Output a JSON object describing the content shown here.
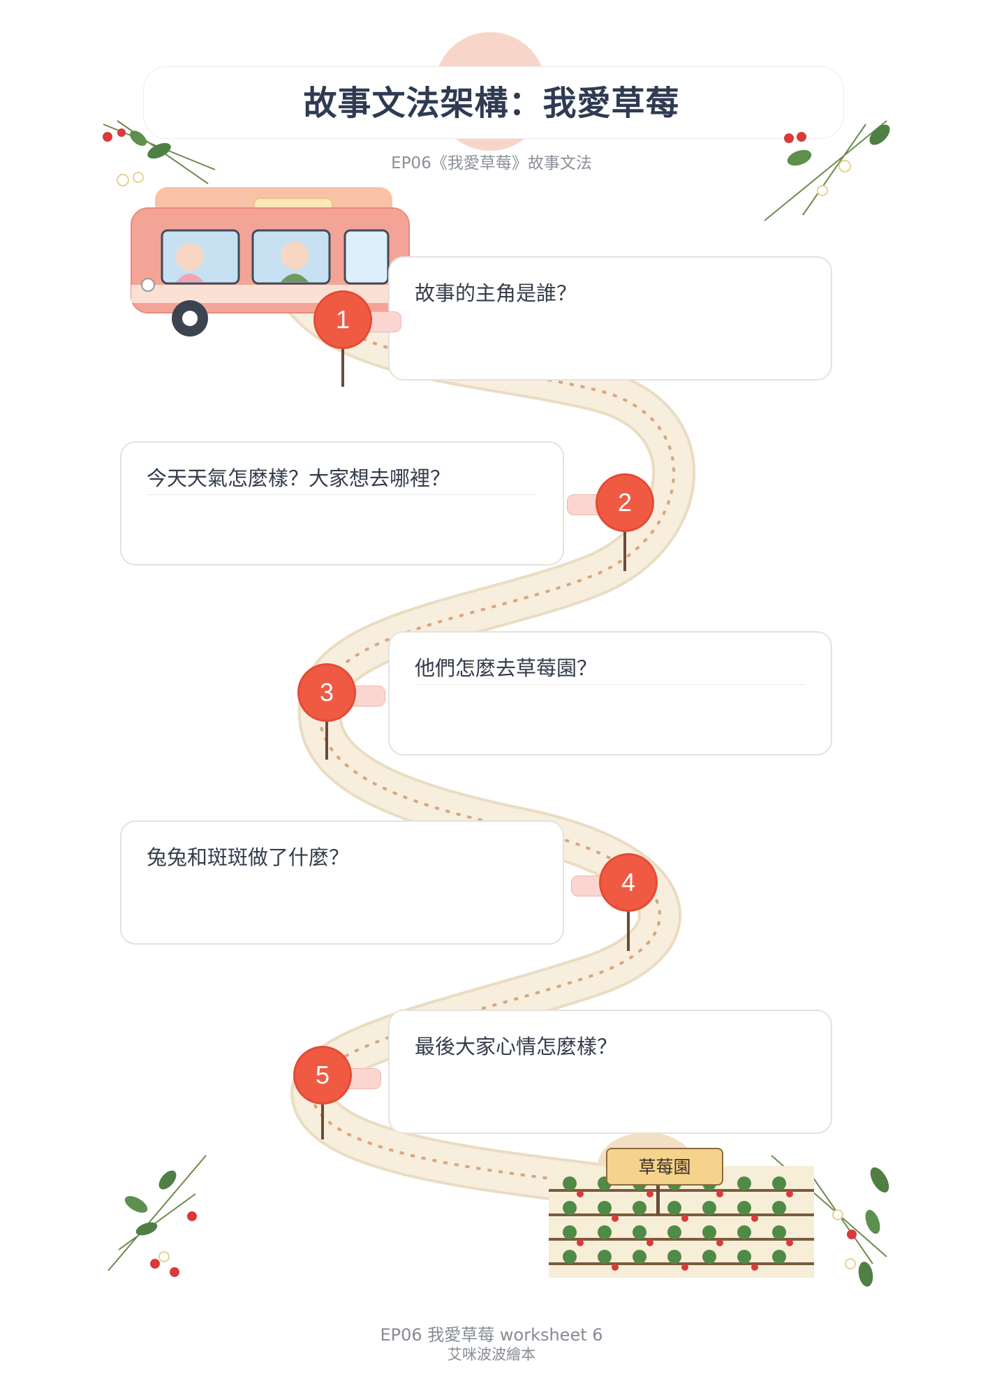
{
  "header": {
    "title": "故事文法架構：我愛草莓",
    "subtitle": "EP06《我愛草莓》故事文法"
  },
  "questions": [
    {
      "number": "1",
      "text": "故事的主角是誰？"
    },
    {
      "number": "2",
      "text": "今天天氣怎麼樣？大家想去哪裡？"
    },
    {
      "number": "3",
      "text": "他們怎麼去草莓園？"
    },
    {
      "number": "4",
      "text": "兔兔和斑斑做了什麼？"
    },
    {
      "number": "5",
      "text": "最後大家心情怎麼樣？"
    }
  ],
  "destination": {
    "label": "草莓園"
  },
  "footer": {
    "line1": "EP06 我愛草莓 worksheet 6",
    "line2": "艾咪波波繪本"
  },
  "colors": {
    "marker": "#f05a43",
    "road": "#f3e6cf",
    "title": "#2e3b52",
    "bus": "#f4a497"
  }
}
